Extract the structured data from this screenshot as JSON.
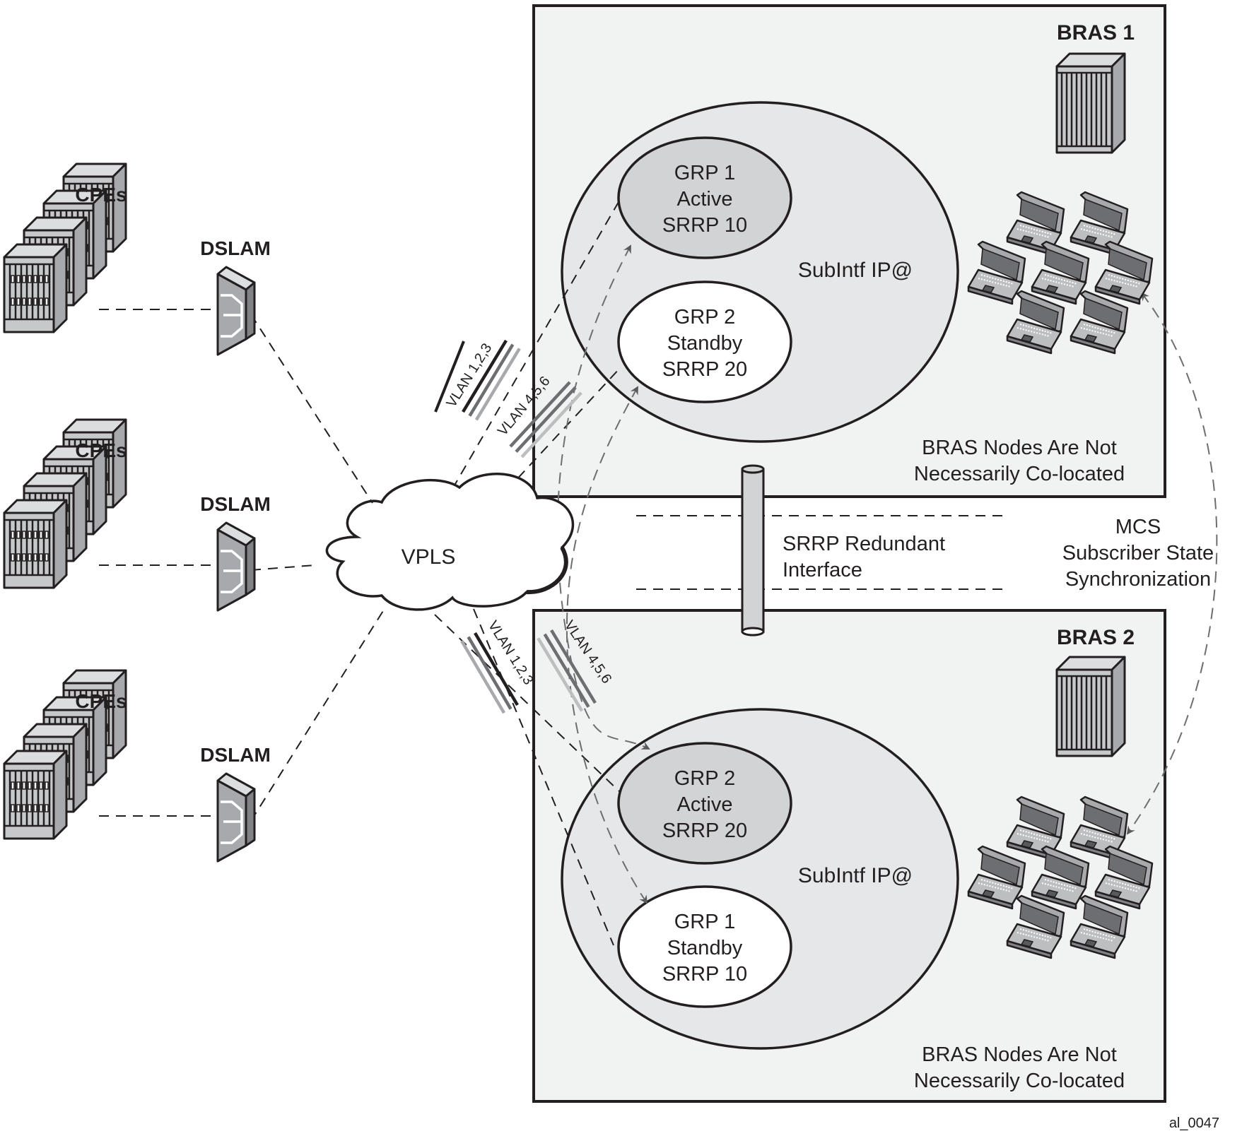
{
  "figure_id": "al_0047",
  "cloud": {
    "label": "VPLS"
  },
  "access_sites": [
    {
      "cpe_label": "CPEs",
      "dslam_label": "DSLAM"
    },
    {
      "cpe_label": "CPEs",
      "dslam_label": "DSLAM"
    },
    {
      "cpe_label": "CPEs",
      "dslam_label": "DSLAM"
    }
  ],
  "bras_nodes": [
    {
      "title": "BRAS 1",
      "subintf_label": "SubIntf IP@",
      "note_lines": [
        "BRAS Nodes Are Not",
        "Necessarily Co-located"
      ],
      "groups": [
        {
          "lines": [
            "GRP 1",
            "Active",
            "SRRP 10"
          ],
          "state": "active"
        },
        {
          "lines": [
            "GRP 2",
            "Standby",
            "SRRP 20"
          ],
          "state": "standby"
        }
      ],
      "subscriber_count": 7
    },
    {
      "title": "BRAS 2",
      "subintf_label": "SubIntf IP@",
      "note_lines": [
        "BRAS Nodes Are Not",
        "Necessarily Co-located"
      ],
      "groups": [
        {
          "lines": [
            "GRP 2",
            "Active",
            "SRRP 20"
          ],
          "state": "active"
        },
        {
          "lines": [
            "GRP 1",
            "Standby",
            "SRRP 10"
          ],
          "state": "standby"
        }
      ],
      "subscriber_count": 7
    }
  ],
  "vlan_labels": {
    "upper_a": "VLAN 1,2,3",
    "upper_b": "VLAN 4,5,6",
    "lower_a": "VLAN 1,2,3",
    "lower_b": "VLAN 4,5,6"
  },
  "redundant_interface": {
    "lines": [
      "SRRP Redundant",
      "Interface"
    ]
  },
  "mcs_sync": {
    "lines": [
      "MCS",
      "Subscriber State",
      "Synchronization"
    ]
  },
  "colors": {
    "box_fill": "#f1f2f2",
    "subintf_fill": "#e6e7e8",
    "active_fill": "#d1d3d4",
    "standby_fill": "#ffffff",
    "vlan_stripe_1": "#231f20",
    "vlan_stripe_2": "#6d6e71",
    "vlan_stripe_3": "#a7a9ac",
    "vlan_stripe_4": "#bcbec0"
  }
}
